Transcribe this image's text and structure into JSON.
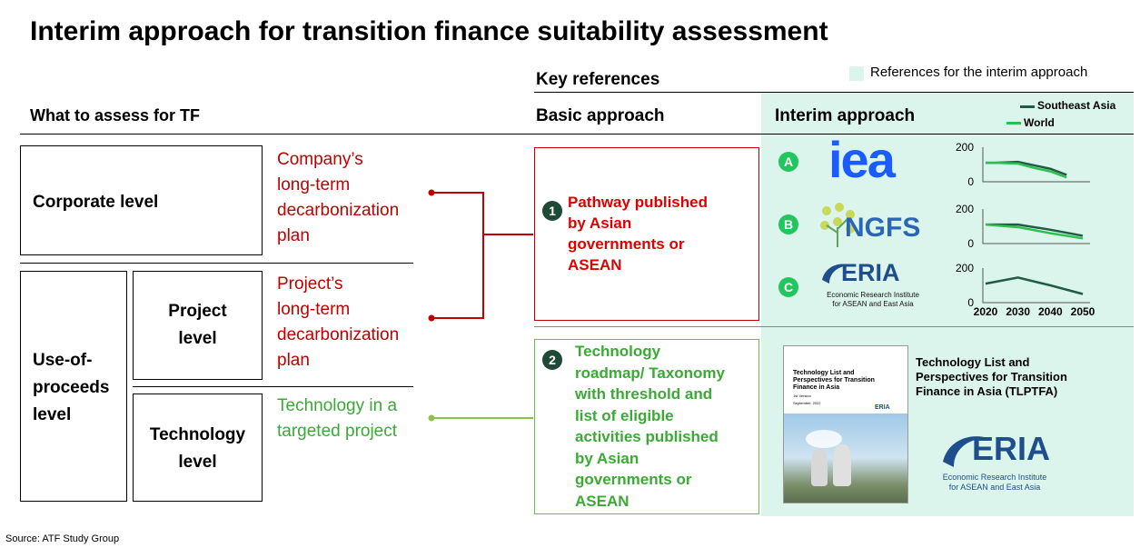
{
  "title": "Interim approach for transition finance suitability assessment",
  "legend_text": "References for the interim approach",
  "headers": {
    "key_references": "Key references",
    "what_to_assess": "What to assess for TF",
    "basic_approach": "Basic approach",
    "interim_approach": "Interim approach"
  },
  "levels": {
    "corporate": "Corporate level",
    "use_of_proceeds": [
      "Use-of-",
      "proceeds",
      "level"
    ],
    "project": [
      "Project",
      "level"
    ],
    "technology": [
      "Technology",
      "level"
    ]
  },
  "descriptions": {
    "company": [
      "Company’s",
      "long-term",
      "decarbonization",
      "plan"
    ],
    "project": [
      "Project’s",
      "long-term",
      "decarbonization",
      "plan"
    ],
    "technology": [
      "Technology in a",
      "targeted project"
    ]
  },
  "basic": {
    "item1_num": "1",
    "item1": [
      "Pathway published",
      "by Asian",
      "governments or",
      "ASEAN"
    ],
    "item2_num": "2",
    "item2": [
      "Technology",
      "roadmap/ Taxonomy",
      "with threshold and",
      "list of eligible",
      "activities published",
      "by Asian",
      "governments or",
      "ASEAN"
    ]
  },
  "interim": {
    "badges": [
      "A",
      "B",
      "C"
    ],
    "logos": {
      "iea": "iea",
      "ngfs": "NGFS",
      "eria": "ERIA",
      "eria_sub": [
        "Economic Research Institute",
        "for ASEAN and East Asia"
      ]
    },
    "tlptfa_title": [
      "Technology List and",
      "Perspectives for Transition",
      "Finance in Asia (TLPTFA)"
    ],
    "eria2_sub": [
      "Economic Research Institute",
      "for ASEAN and East Asia"
    ],
    "cover": {
      "title": [
        "Technology List and",
        "Perspectives for Transition",
        "Finance in Asia"
      ],
      "edition": "1st Version",
      "date": "September, 2022",
      "logo": "ERIA"
    }
  },
  "colors": {
    "southeast_asia": "#1e5c44",
    "world": "#2fbf4f",
    "red": "#c00000",
    "green": "#3aaa35",
    "shade": "#dcf5ec"
  },
  "chart_data": {
    "type": "line",
    "legend": [
      "Southeast Asia",
      "World"
    ],
    "legend_position": "top-right",
    "x_ticks": [
      "2020",
      "2030",
      "2040",
      "2050"
    ],
    "charts": [
      {
        "id": "A",
        "ylim": [
          0,
          200
        ],
        "y_ticks": [
          "200",
          "0"
        ],
        "series": [
          {
            "name": "Southeast Asia",
            "x": [
              2020,
              2023,
              2030,
              2035,
              2040,
              2045
            ],
            "values": [
              110,
              110,
              115,
              95,
              75,
              40
            ]
          },
          {
            "name": "World",
            "x": [
              2020,
              2023,
              2030,
              2035,
              2040,
              2045
            ],
            "values": [
              110,
              110,
              105,
              80,
              60,
              25
            ]
          }
        ]
      },
      {
        "id": "B",
        "ylim": [
          0,
          200
        ],
        "y_ticks": [
          "200",
          "0"
        ],
        "series": [
          {
            "name": "Southeast Asia",
            "x": [
              2020,
              2030,
              2040,
              2050
            ],
            "values": [
              110,
              110,
              80,
              45
            ]
          },
          {
            "name": "World",
            "x": [
              2020,
              2030,
              2040,
              2050
            ],
            "values": [
              110,
              95,
              60,
              30
            ]
          }
        ]
      },
      {
        "id": "C",
        "ylim": [
          0,
          200
        ],
        "y_ticks": [
          "200",
          "0"
        ],
        "series": [
          {
            "name": "Southeast Asia",
            "x": [
              2020,
              2030,
              2040,
              2050
            ],
            "values": [
              110,
              145,
              100,
              50
            ]
          }
        ]
      }
    ]
  },
  "source": "Source: ATF Study Group"
}
